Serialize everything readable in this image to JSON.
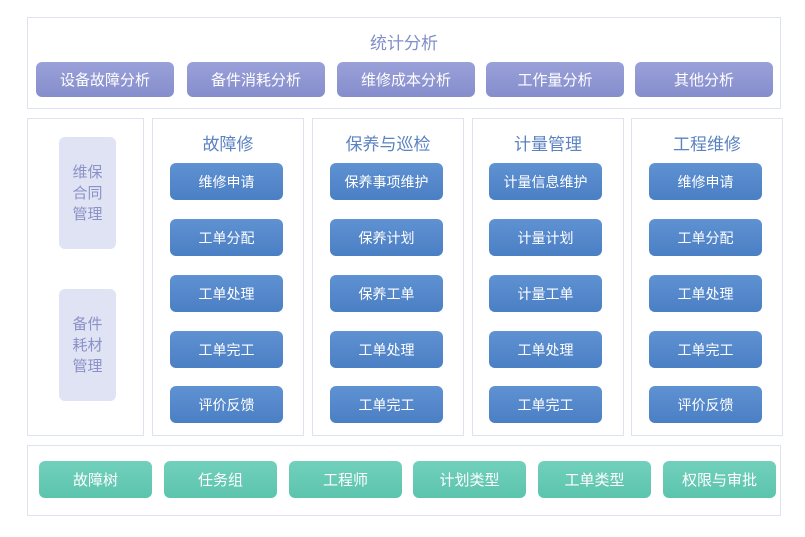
{
  "stats": {
    "title": "统计分析",
    "buttons": [
      "设备故障分析",
      "备件消耗分析",
      "维修成本分析",
      "工作量分析",
      "其他分析"
    ]
  },
  "side": {
    "items": [
      "维保合同管理",
      "备件耗材管理"
    ]
  },
  "columns": [
    {
      "title": "故障修",
      "items": [
        "维修申请",
        "工单分配",
        "工单处理",
        "工单完工",
        "评价反馈"
      ]
    },
    {
      "title": "保养与巡检",
      "items": [
        "保养事项维护",
        "保养计划",
        "保养工单",
        "工单处理",
        "工单完工"
      ]
    },
    {
      "title": "计量管理",
      "items": [
        "计量信息维护",
        "计量计划",
        "计量工单",
        "工单处理",
        "工单完工"
      ]
    },
    {
      "title": "工程维修",
      "items": [
        "维修申请",
        "工单分配",
        "工单处理",
        "工单完工",
        "评价反馈"
      ]
    }
  ],
  "base": {
    "buttons": [
      "故障树",
      "任务组",
      "工程师",
      "计划类型",
      "工单类型",
      "权限与审批"
    ]
  }
}
